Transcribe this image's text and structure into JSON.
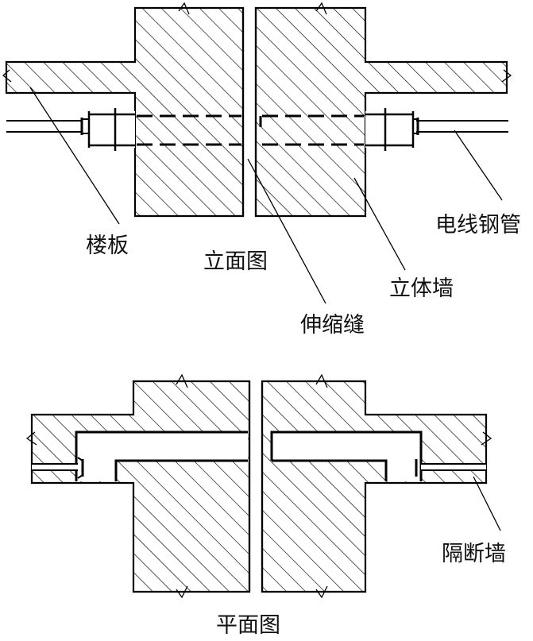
{
  "labels": {
    "floor_slab": "楼板",
    "elevation_view": "立面图",
    "electrical_conduit": "电线钢管",
    "expansion_joint": "伸缩缝",
    "solid_wall": "立体墙",
    "partition_wall": "隔断墙",
    "plan_view": "平面图"
  }
}
